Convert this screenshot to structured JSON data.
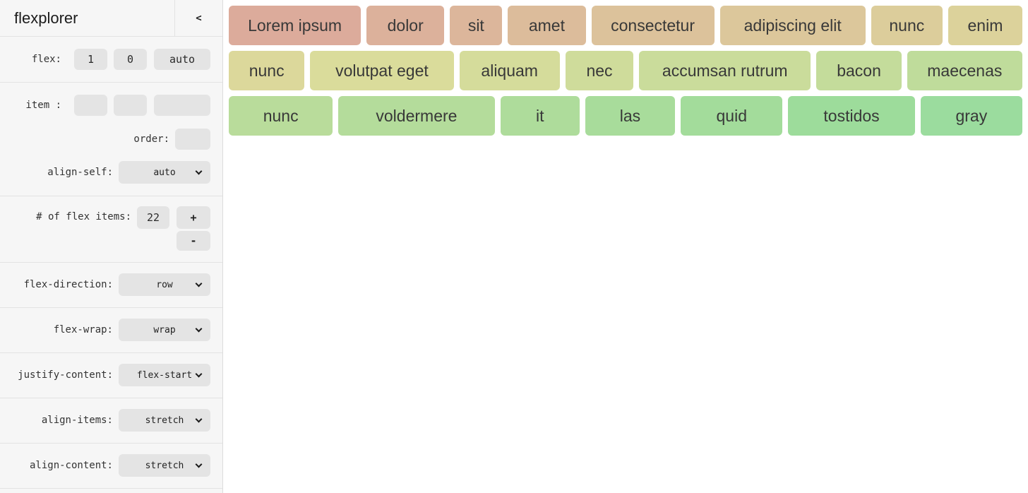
{
  "app": {
    "title": "flexplorer",
    "collapse_label": "<"
  },
  "sidebar": {
    "flex_row": {
      "label": "flex:",
      "grow": "1",
      "shrink": "0",
      "basis": "auto"
    },
    "item_row": {
      "label": "item :",
      "grow": "",
      "shrink": "",
      "basis": ""
    },
    "order_row": {
      "label": "order:",
      "value": ""
    },
    "align_self": {
      "label": "align-self:",
      "value": "auto"
    },
    "count_row": {
      "label": "# of flex items:",
      "value": "22",
      "increment": "+",
      "decrement": "-"
    },
    "flex_direction": {
      "label": "flex-direction:",
      "value": "row"
    },
    "flex_wrap": {
      "label": "flex-wrap:",
      "value": "wrap"
    },
    "justify_content": {
      "label": "justify-content:",
      "value": "flex-start"
    },
    "align_items": {
      "label": "align-items:",
      "value": "stretch"
    },
    "align_content": {
      "label": "align-content:",
      "value": "stretch"
    }
  },
  "colors": {
    "sidebar_bg": "#f6f6f6",
    "control_bg": "#e4e4e4",
    "divider": "#e3e3e3",
    "canvas_bg": "#ffffff",
    "item_text": "#383838"
  },
  "flex_items": [
    {
      "label": "Lorem ipsum",
      "color": "#dcab9b"
    },
    {
      "label": "dolor",
      "color": "#dcb19b"
    },
    {
      "label": "sit",
      "color": "#dcb69b"
    },
    {
      "label": "amet",
      "color": "#dcbc9b"
    },
    {
      "label": "consectetur",
      "color": "#dcc29b"
    },
    {
      "label": "adipiscing elit",
      "color": "#dcc79b"
    },
    {
      "label": "nunc",
      "color": "#dccd9b"
    },
    {
      "label": "enim",
      "color": "#dcd29b"
    },
    {
      "label": "nunc",
      "color": "#dcd89b"
    },
    {
      "label": "volutpat eget",
      "color": "#dadc9b"
    },
    {
      "label": "aliquam",
      "color": "#d5dc9b"
    },
    {
      "label": "nec",
      "color": "#cfdc9b"
    },
    {
      "label": "accumsan rutrum",
      "color": "#cadc9b"
    },
    {
      "label": "bacon",
      "color": "#c4dc9b"
    },
    {
      "label": "maecenas",
      "color": "#bfdc9b"
    },
    {
      "label": "nunc",
      "color": "#b9dc9b"
    },
    {
      "label": "voldermere",
      "color": "#b4dc9b"
    },
    {
      "label": "it",
      "color": "#aedc9b"
    },
    {
      "label": "las",
      "color": "#a8dc9b"
    },
    {
      "label": "quid",
      "color": "#a3dc9b"
    },
    {
      "label": "tostidos",
      "color": "#9ddc9b"
    },
    {
      "label": "gray",
      "color": "#9bdc9e"
    }
  ]
}
